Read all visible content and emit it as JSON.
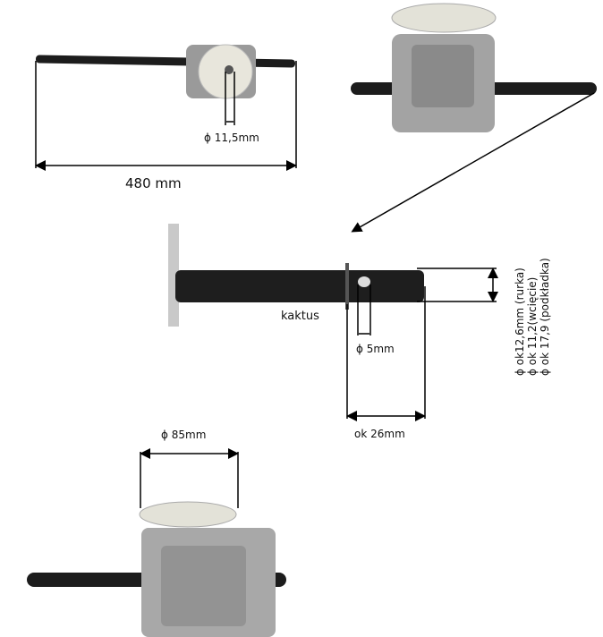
{
  "labels": {
    "hole_diameter_top": "ϕ 11,5mm",
    "total_length": "480 mm",
    "watermark": "kaktus",
    "pin_hole": "ϕ 5mm",
    "end_length": "ok 26mm",
    "pulley_diameter": "ϕ 85mm",
    "shaft_specs": [
      "ϕ ok12,6mm (rurka)",
      "ϕ ok 11,2(wcięcie)",
      "ϕ ok 17,9 (podkładka)"
    ]
  }
}
